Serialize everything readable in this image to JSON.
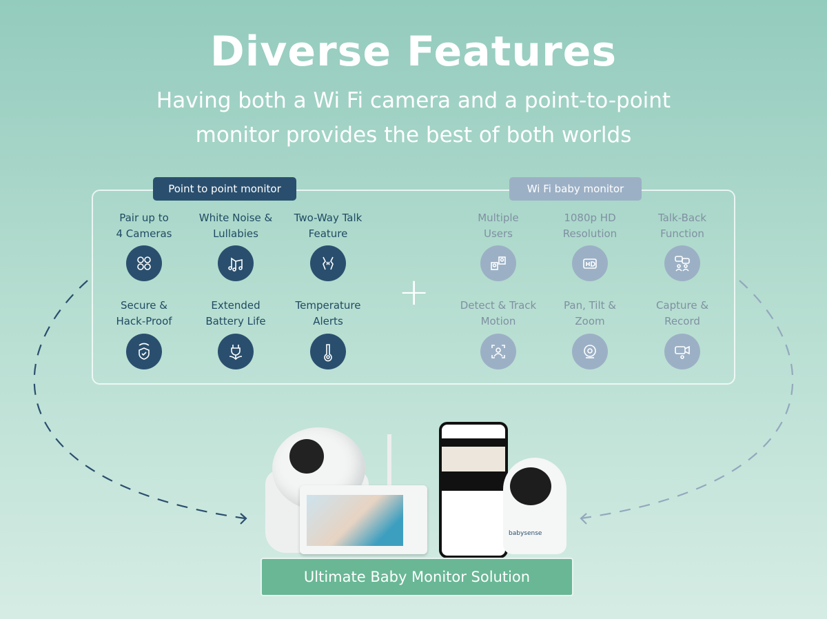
{
  "title": "Diverse Features",
  "subtitle": [
    "Having both a Wi Fi camera and a point-to-point",
    "monitor provides the best of both worlds"
  ],
  "left": {
    "tag": "Point to point monitor",
    "color": "#2a4f6e",
    "features": [
      {
        "l1": "Pair up to",
        "l2": "4 Cameras",
        "icon": "four-cameras-icon"
      },
      {
        "l1": "White Noise &",
        "l2": "Lullabies",
        "icon": "music-notes-icon"
      },
      {
        "l1": "Two-Way Talk",
        "l2": "Feature",
        "icon": "two-way-talk-icon"
      },
      {
        "l1": "Secure &",
        "l2": "Hack-Proof",
        "icon": "secure-shield-icon"
      },
      {
        "l1": "Extended",
        "l2": "Battery Life",
        "icon": "battery-plug-icon"
      },
      {
        "l1": "Temperature",
        "l2": "Alerts",
        "icon": "thermometer-icon"
      }
    ]
  },
  "right": {
    "tag": "Wi Fi baby monitor",
    "color": "#9cb0c5",
    "features": [
      {
        "l1": "Multiple",
        "l2": "Users",
        "icon": "multiple-users-icon"
      },
      {
        "l1": "1080p HD",
        "l2": "Resolution",
        "icon": "hd-icon"
      },
      {
        "l1": "Talk-Back",
        "l2": "Function",
        "icon": "talk-back-icon"
      },
      {
        "l1": "Detect & Track",
        "l2": "Motion",
        "icon": "motion-detect-icon"
      },
      {
        "l1": "Pan, Tilt &",
        "l2": "Zoom",
        "icon": "pan-tilt-zoom-icon"
      },
      {
        "l1": "Capture &",
        "l2": "Record",
        "icon": "capture-record-icon"
      }
    ]
  },
  "plus": "+",
  "brand": "babysense",
  "cta": "Ultimate Baby Monitor Solution"
}
